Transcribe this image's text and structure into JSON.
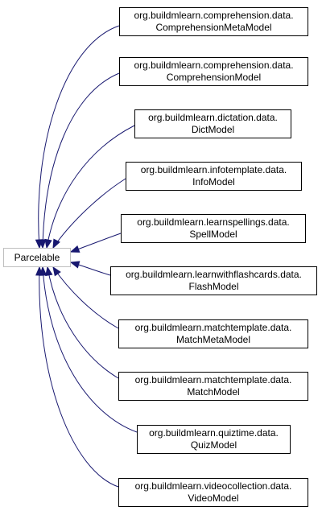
{
  "base_class": {
    "name": "Parcelable"
  },
  "subclasses": [
    {
      "package": "org.buildmlearn.comprehension.data.",
      "name": "ComprehensionMetaModel"
    },
    {
      "package": "org.buildmlearn.comprehension.data.",
      "name": "ComprehensionModel"
    },
    {
      "package": "org.buildmlearn.dictation.data.",
      "name": "DictModel"
    },
    {
      "package": "org.buildmlearn.infotemplate.data.",
      "name": "InfoModel"
    },
    {
      "package": "org.buildmlearn.learnspellings.data.",
      "name": "SpellModel"
    },
    {
      "package": "org.buildmlearn.learnwithflashcards.data.",
      "name": "FlashModel"
    },
    {
      "package": "org.buildmlearn.matchtemplate.data.",
      "name": "MatchMetaModel"
    },
    {
      "package": "org.buildmlearn.matchtemplate.data.",
      "name": "MatchModel"
    },
    {
      "package": "org.buildmlearn.quiztime.data.",
      "name": "QuizModel"
    },
    {
      "package": "org.buildmlearn.videocollection.data.",
      "name": "VideoModel"
    }
  ],
  "colors": {
    "edge": "#191970",
    "node_border": "#000000",
    "base_border": "#bfbfbf"
  }
}
